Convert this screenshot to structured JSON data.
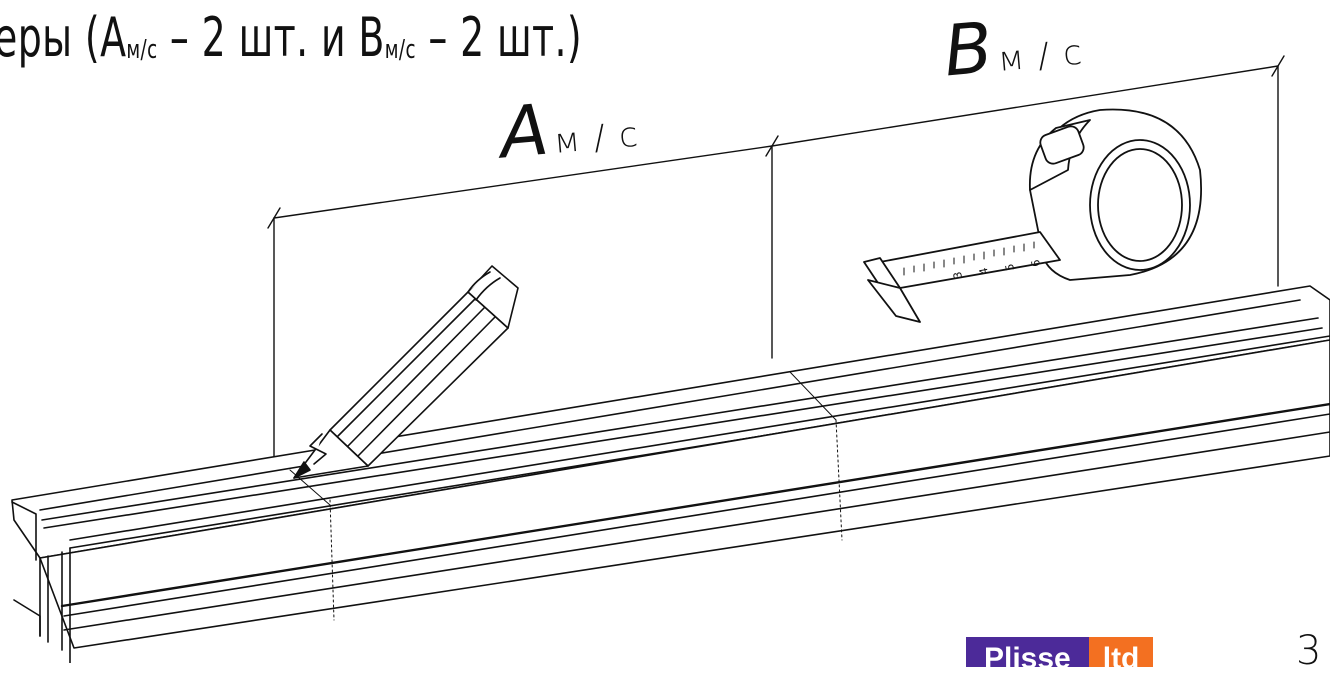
{
  "heading": {
    "prefix": "еры (A",
    "sub_a": "м/с",
    "mid_a": " – 2 шт. и B",
    "sub_b": "м/с",
    "suffix": " – 2 шт.)"
  },
  "dimensions": {
    "a": {
      "letter": "A",
      "unit": "м/с"
    },
    "b": {
      "letter": "B",
      "unit": "м/с"
    }
  },
  "tape_numbers": [
    "3",
    "4",
    "5",
    "6"
  ],
  "logo": {
    "part1": "Plisse",
    "part2": "ltd",
    "color1": "#4c2a99",
    "color2": "#f37021"
  },
  "page_number": "3",
  "icons": [
    "pencil-icon",
    "tape-measure-icon"
  ]
}
